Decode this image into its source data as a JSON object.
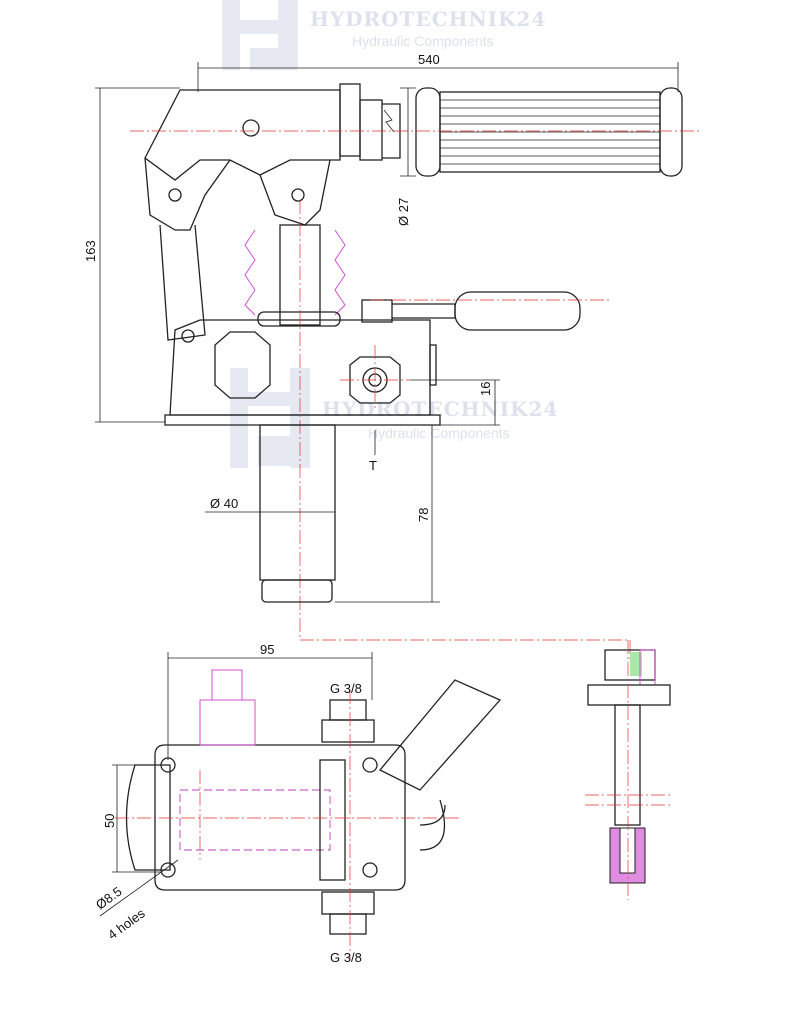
{
  "watermark": {
    "brand": "HYDROTECHNIK24",
    "tagline": "Hydraulic Components"
  },
  "dimensions": {
    "overall_length": "540",
    "overall_height": "163",
    "handle_diameter": "Ø 27",
    "port_height": "16",
    "tank_port": "T",
    "cylinder_diameter": "Ø 40",
    "cylinder_depth": "78",
    "base_length": "95",
    "port_thread_top": "G 3/8",
    "port_thread_bottom": "G 3/8",
    "hole_spacing": "50",
    "hole_diameter": "Ø8.5",
    "hole_count": "4 holes"
  },
  "colors": {
    "centerline": "#e03030",
    "hidden": "#c040c0",
    "watermark": "#dde1ec",
    "fill_pink": "#e070e0",
    "fill_green": "#70d070"
  }
}
